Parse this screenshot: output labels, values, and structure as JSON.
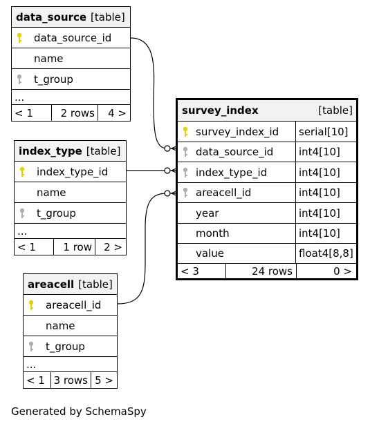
{
  "tables": {
    "data_source": {
      "name": "data_source",
      "type_label": "[table]",
      "columns": [
        {
          "name": "data_source_id",
          "key": "primary-key-icon"
        },
        {
          "name": "name",
          "key": ""
        },
        {
          "name": "t_group",
          "key": "foreign-key-icon"
        }
      ],
      "ellipsis": "...",
      "footer": {
        "left": "< 1",
        "middle": "2 rows",
        "right": "4 >"
      }
    },
    "index_type": {
      "name": "index_type",
      "type_label": "[table]",
      "columns": [
        {
          "name": "index_type_id",
          "key": "primary-key-icon"
        },
        {
          "name": "name",
          "key": ""
        },
        {
          "name": "t_group",
          "key": "foreign-key-icon"
        }
      ],
      "ellipsis": "...",
      "footer": {
        "left": "< 1",
        "middle": "1 row",
        "right": "2 >"
      }
    },
    "areacell": {
      "name": "areacell",
      "type_label": "[table]",
      "columns": [
        {
          "name": "areacell_id",
          "key": "primary-key-icon"
        },
        {
          "name": "name",
          "key": ""
        },
        {
          "name": "t_group",
          "key": "foreign-key-icon"
        }
      ],
      "ellipsis": "...",
      "footer": {
        "left": "< 1",
        "middle": "3 rows",
        "right": "5 >"
      }
    },
    "survey_index": {
      "name": "survey_index",
      "type_label": "[table]",
      "columns": [
        {
          "name": "survey_index_id",
          "type": "serial[10]",
          "key": "primary-key-icon"
        },
        {
          "name": "data_source_id",
          "type": "int4[10]",
          "key": "foreign-key-icon"
        },
        {
          "name": "index_type_id",
          "type": "int4[10]",
          "key": "foreign-key-icon"
        },
        {
          "name": "areacell_id",
          "type": "int4[10]",
          "key": "foreign-key-icon"
        },
        {
          "name": "year",
          "type": "int4[10]",
          "key": ""
        },
        {
          "name": "month",
          "type": "int4[10]",
          "key": ""
        },
        {
          "name": "value",
          "type": "float4[8,8]",
          "key": ""
        }
      ],
      "footer": {
        "left": "< 3",
        "middle": "24 rows",
        "right": "0 >"
      }
    }
  },
  "colors": {
    "primary_key": "#e6d000",
    "foreign_key": "#b0b0b0",
    "header_bg": "#f2f2f2"
  },
  "footer_text": "Generated by SchemaSpy"
}
